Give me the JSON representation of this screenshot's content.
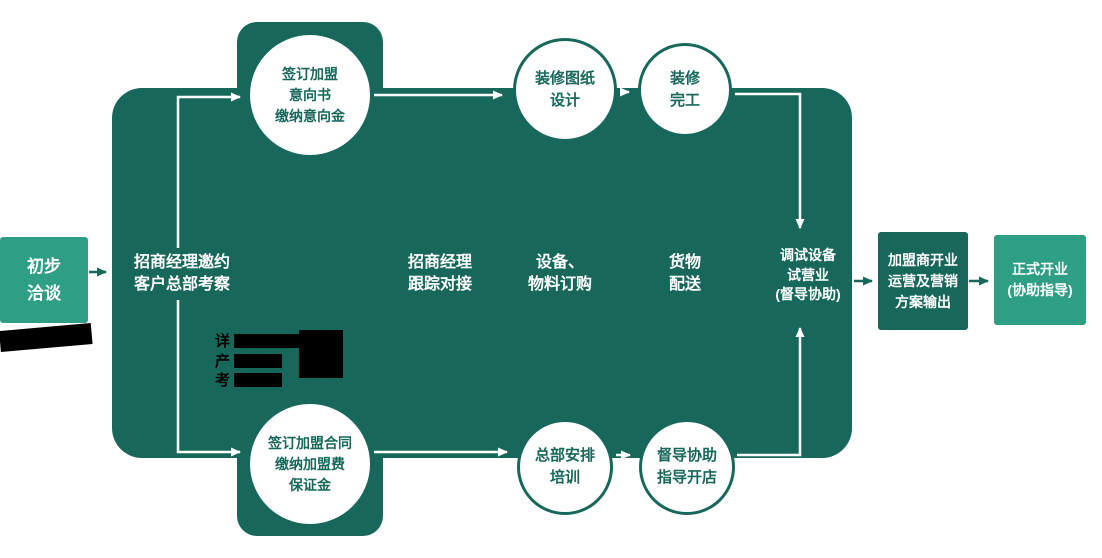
{
  "colors": {
    "dark_teal": "#17685B",
    "light_green": "#2E9E84",
    "text_on_dark": "#FFFFFF",
    "redaction": "#000000"
  },
  "flow": {
    "start": {
      "label": "初步\n洽谈"
    },
    "stages": [
      {
        "label": "招商经理邀约\n客户总部考察"
      },
      {
        "label": "招商经理\n跟踪对接"
      },
      {
        "label": "设备、\n物料订购"
      },
      {
        "label": "货物\n配送"
      },
      {
        "label": "调试设备\n试营业\n(督导协助)"
      }
    ],
    "top_circles": [
      {
        "label": "签订加盟\n意向书\n缴纳意向金"
      },
      {
        "label": "装修图纸\n设计"
      },
      {
        "label": "装修\n完工"
      }
    ],
    "bottom_circles": [
      {
        "label": "签订加盟合同\n缴纳加盟费\n保证金"
      },
      {
        "label": "总部安排\n培训"
      },
      {
        "label": "督导协助\n指导开店"
      }
    ],
    "end_boxes": [
      {
        "label": "加盟商开业\n运营及营销\n方案输出"
      },
      {
        "label": "正式开业\n(协助指导)"
      }
    ]
  },
  "annotations": {
    "fragments": [
      "详",
      "产",
      "考"
    ]
  }
}
